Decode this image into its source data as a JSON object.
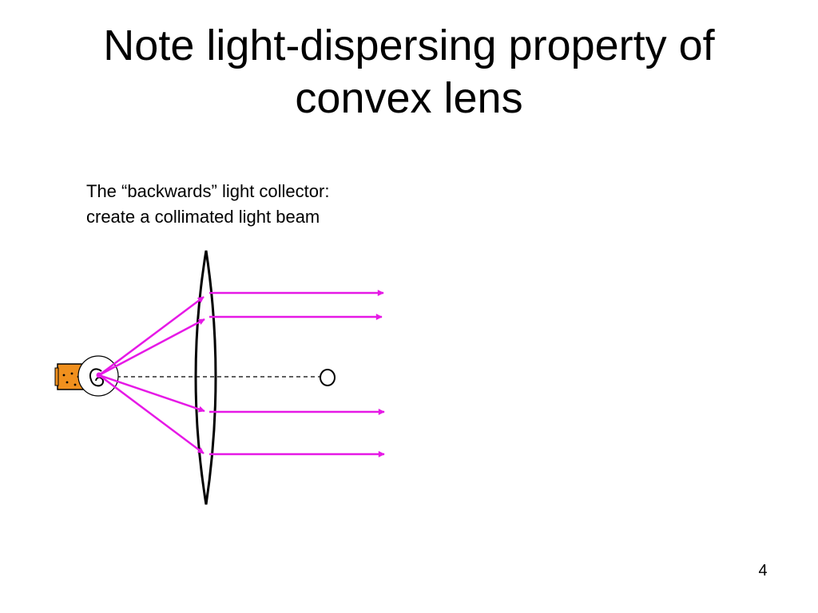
{
  "slide": {
    "title_line1": "Note light-dispersing property of",
    "title_line2": "convex lens",
    "caption_line1": "The “backwards” light collector:",
    "caption_line2": "create a collimated light beam",
    "page_number": "4"
  },
  "colors": {
    "ray": "#e619e6",
    "lamp_housing": "#f0901e",
    "outline": "#000000"
  },
  "icons": [
    "light-source-icon",
    "convex-lens",
    "focal-point-marker"
  ]
}
